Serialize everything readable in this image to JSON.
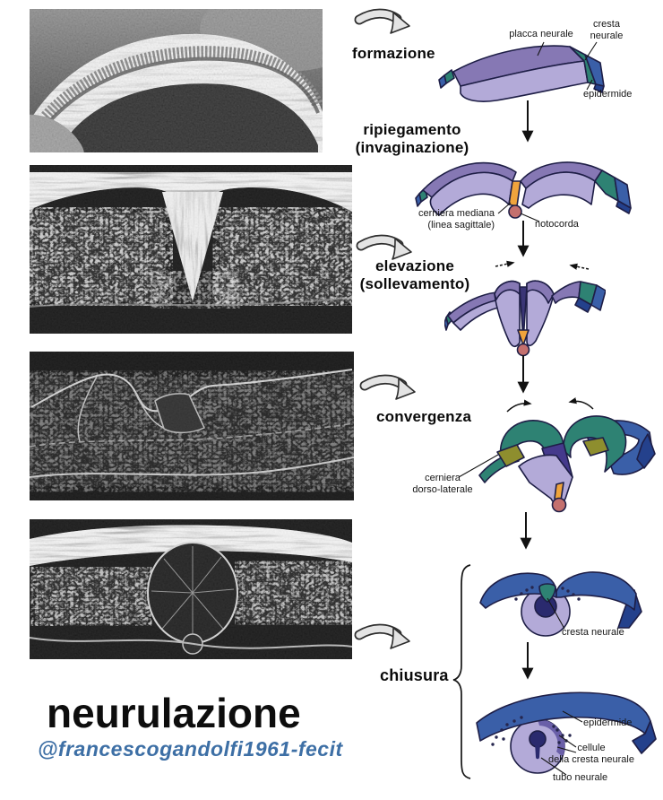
{
  "title": "neurulazione",
  "credit": "@francescogandolfi1961-fecit",
  "stages": [
    {
      "id": "formazione",
      "label": "formazione"
    },
    {
      "id": "ripiegamento",
      "label": "ripiegamento",
      "sublabel": "(invaginazione)"
    },
    {
      "id": "elevazione",
      "label": "elevazione",
      "sublabel": "(sollevamento)"
    },
    {
      "id": "convergenza",
      "label": "convergenza"
    },
    {
      "id": "chiusura",
      "label": "chiusura"
    }
  ],
  "annotations": {
    "placca_neurale": "placca neurale",
    "cresta_neurale": {
      "line1": "cresta",
      "line2": "neurale"
    },
    "epidermide": "epidermide",
    "cerniera_mediana": {
      "line1": "cerniera mediana",
      "line2": "(linea sagittale)"
    },
    "notocorda": "notocorda",
    "cerniera_dorso_laterale": {
      "line1": "cerniera",
      "line2": "dorso-laterale"
    },
    "cresta_neurale_chiusura": "cresta neurale",
    "epidermide_chiusura": "epidermide",
    "cellule_cresta": {
      "line1": "cellule",
      "line2": "della cresta neurale"
    },
    "tubo_neurale": "tubo neurale"
  },
  "micrographs": [
    "sem-neural-plate",
    "sem-invagination",
    "sem-elevation",
    "sem-closed-tube"
  ],
  "colors": {
    "neural_plate_purple": "#8678b4",
    "neural_plate_lavender": "#b3aad8",
    "neural_crest_teal": "#2e8273",
    "epidermis_blue": "#3a5fa8",
    "epidermis_dark_blue": "#24418c",
    "hinge_olive": "#8e8e2e",
    "median_hinge_orange": "#f0a43c",
    "notochord_pink": "#c4706e",
    "credit_blue": "#3d6fa5"
  }
}
